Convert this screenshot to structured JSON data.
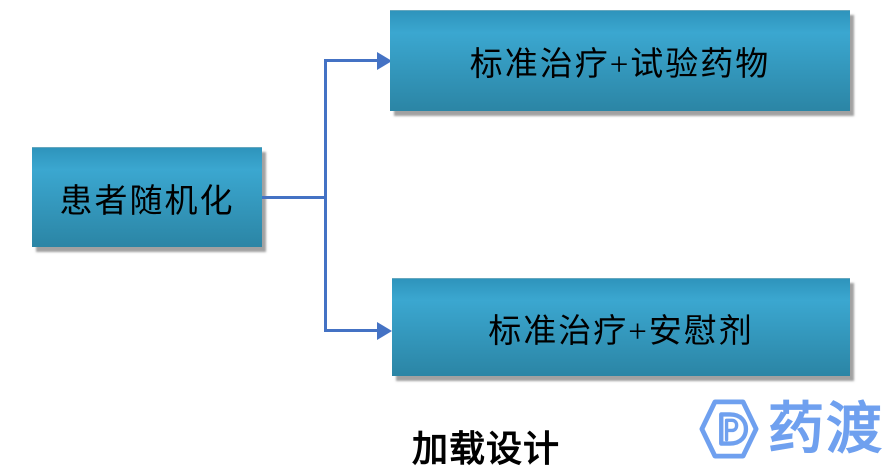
{
  "diagram": {
    "root_box": {
      "label": "患者随机化"
    },
    "branch_top": {
      "label": "标准治疗+试验药物"
    },
    "branch_bottom": {
      "label": "标准治疗+安慰剂"
    },
    "caption": "加载设计"
  },
  "logo": {
    "text": "药渡",
    "icon": "pharmacodia-hexagon-dp-icon",
    "color": "#6FA0EF"
  },
  "colors": {
    "box_gradient_top": "#2E94BC",
    "box_gradient_mid": "#3BA7D0",
    "box_gradient_bottom": "#2B85A5",
    "box_shadow": "#7D7D7D",
    "connector": "#4472C4",
    "box_text": "#000000",
    "caption_text": "#000000",
    "background": "#FFFFFF"
  }
}
